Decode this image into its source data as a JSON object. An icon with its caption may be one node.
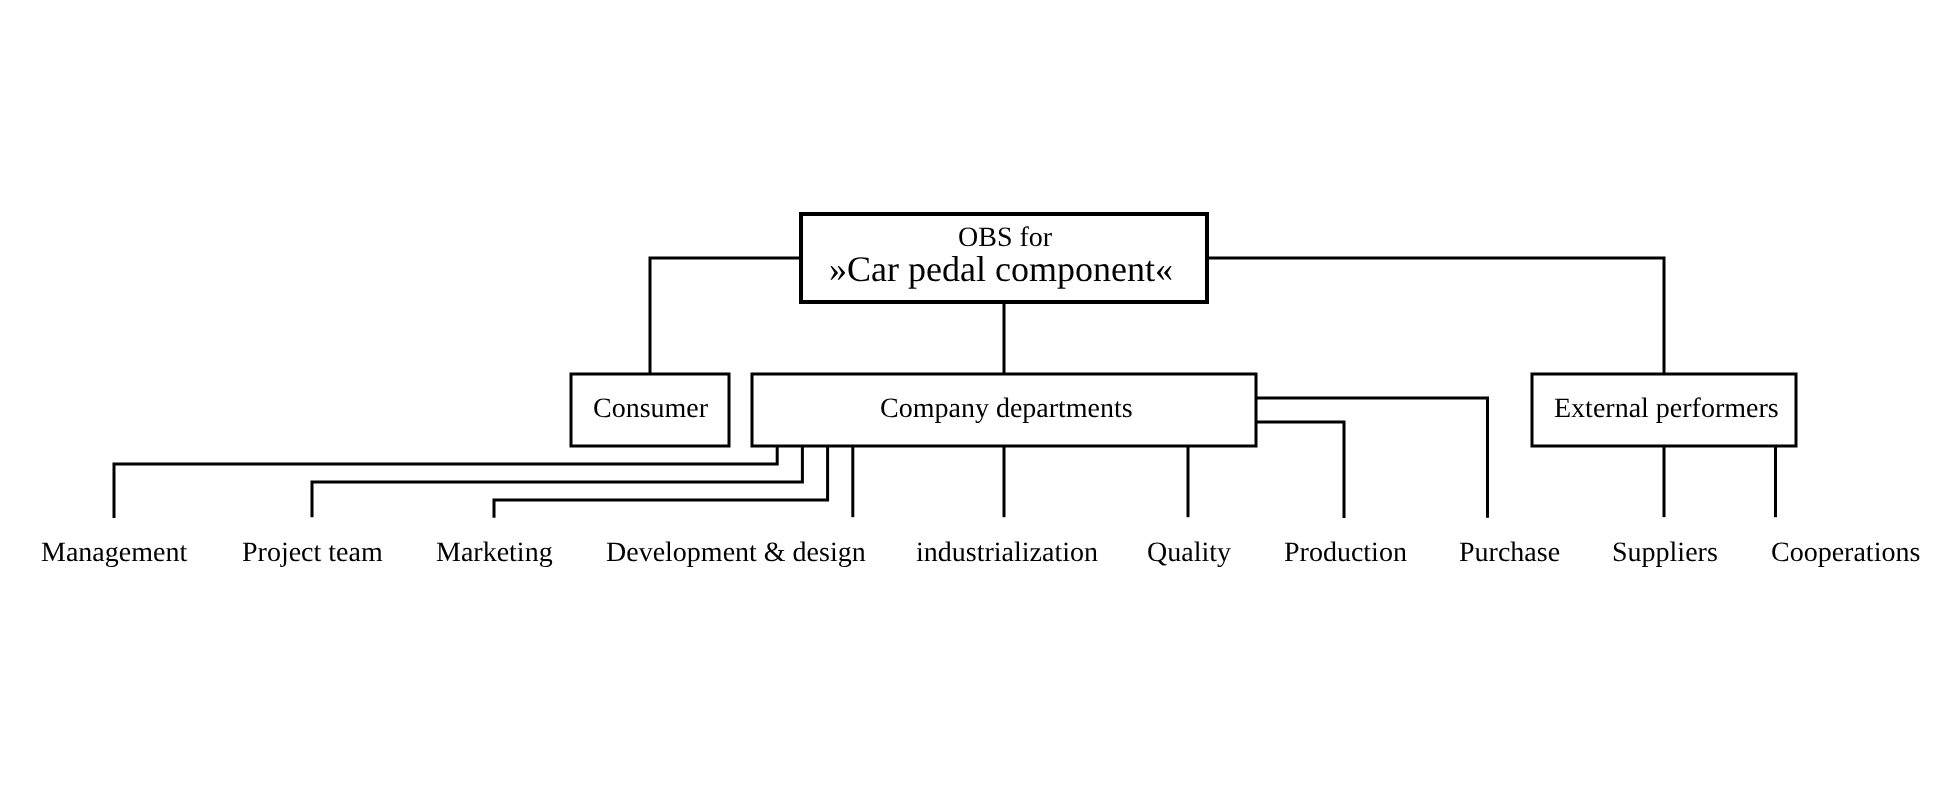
{
  "diagram": {
    "nodes": [
      {
        "text": [
          "OBS for",
          "»Car pedal component«"
        ]
      },
      {
        "text": [
          "Consumer"
        ]
      },
      {
        "text": [
          "Company departments"
        ]
      },
      {
        "text": [
          "External performers"
        ]
      },
      {
        "text": [
          "Management"
        ]
      },
      {
        "text": [
          "Project team"
        ]
      },
      {
        "text": [
          "Marketing"
        ]
      },
      {
        "text": [
          "Development & design"
        ]
      },
      {
        "text": [
          "industrialization"
        ]
      },
      {
        "text": [
          "Quality"
        ]
      },
      {
        "text": [
          "Production"
        ]
      },
      {
        "text": [
          "Purchase"
        ]
      },
      {
        "text": [
          "Suppliers"
        ]
      },
      {
        "text": [
          "Cooperations"
        ]
      }
    ],
    "edges": [
      {
        "from": 0,
        "to": 1,
        "arrow": "none"
      },
      {
        "from": 0,
        "to": 2,
        "arrow": "none"
      },
      {
        "from": 0,
        "to": 3,
        "arrow": "none"
      },
      {
        "from": 2,
        "to": 4,
        "arrow": "none"
      },
      {
        "from": 2,
        "to": 5,
        "arrow": "none"
      },
      {
        "from": 2,
        "to": 6,
        "arrow": "none"
      },
      {
        "from": 2,
        "to": 7,
        "arrow": "none"
      },
      {
        "from": 2,
        "to": 8,
        "arrow": "none"
      },
      {
        "from": 2,
        "to": 9,
        "arrow": "none"
      },
      {
        "from": 2,
        "to": 10,
        "arrow": "none"
      },
      {
        "from": 2,
        "to": 11,
        "arrow": "none"
      },
      {
        "from": 3,
        "to": 12,
        "arrow": "none"
      },
      {
        "from": 3,
        "to": 13,
        "arrow": "none"
      }
    ]
  }
}
